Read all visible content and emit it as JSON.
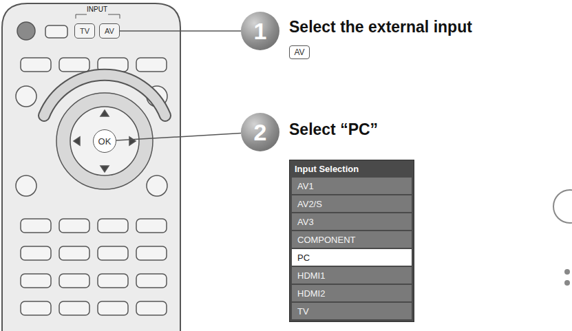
{
  "diagram": {
    "nodes": [
      {
        "text": [
          "TV"
        ]
      },
      {
        "text": [
          "AV"
        ]
      },
      {
        "text": [
          "1"
        ]
      },
      {
        "text": [
          "AV"
        ]
      },
      {
        "text": [
          "OK"
        ]
      },
      {
        "text": [
          "2"
        ]
      },
      {
        "text": [
          "Input Selection"
        ]
      },
      {
        "text": [
          "AV1"
        ],
        "in": 6
      },
      {
        "text": [
          "AV2/S"
        ],
        "in": 6
      },
      {
        "text": [
          "AV3"
        ],
        "in": 6
      },
      {
        "text": [
          "COMPONENT"
        ],
        "in": 6
      },
      {
        "text": [
          "PC"
        ],
        "in": 6
      },
      {
        "text": [
          "HDMI1"
        ],
        "in": 6
      },
      {
        "text": [
          "HDMI2"
        ],
        "in": 6
      },
      {
        "text": [
          "TV"
        ],
        "in": 6
      }
    ],
    "edges": [
      {
        "from": 1,
        "to": 2,
        "arrow": "none"
      },
      {
        "from": 4,
        "to": 5,
        "arrow": "none"
      }
    ],
    "labels": [
      "INPUT",
      "Select the external input",
      "Select “PC”"
    ]
  }
}
